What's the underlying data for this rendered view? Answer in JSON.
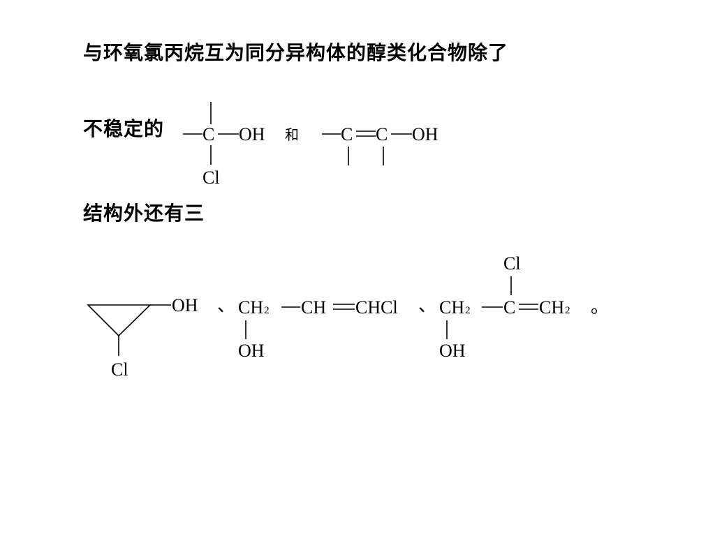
{
  "slide": {
    "line1": "与环氧氯丙烷互为同分异构体的醇类化合物除了",
    "line2_prefix": "不稳定的",
    "line3": "结构外还有三"
  },
  "formula_unstable_1": {
    "carbon": "C",
    "hydroxyl": "OH",
    "chloro": "Cl"
  },
  "conjunction": "和",
  "formula_unstable_2": {
    "carbon_a": "C",
    "carbon_b": "C",
    "hydroxyl": "OH"
  },
  "structure_1": {
    "hydroxyl": "OH",
    "chloro": "Cl"
  },
  "separator": "、",
  "structure_2": {
    "ch2": "CH",
    "ch2_sub": "2",
    "ch": "CH",
    "chcl": "CHCl",
    "hydroxyl": "OH"
  },
  "structure_3": {
    "ch2": "CH",
    "ch2_sub": "2",
    "carbon": "C",
    "ch2_end": "CH",
    "ch2_end_sub": "2",
    "chloro": "Cl",
    "hydroxyl": "OH"
  },
  "end_mark": "。"
}
